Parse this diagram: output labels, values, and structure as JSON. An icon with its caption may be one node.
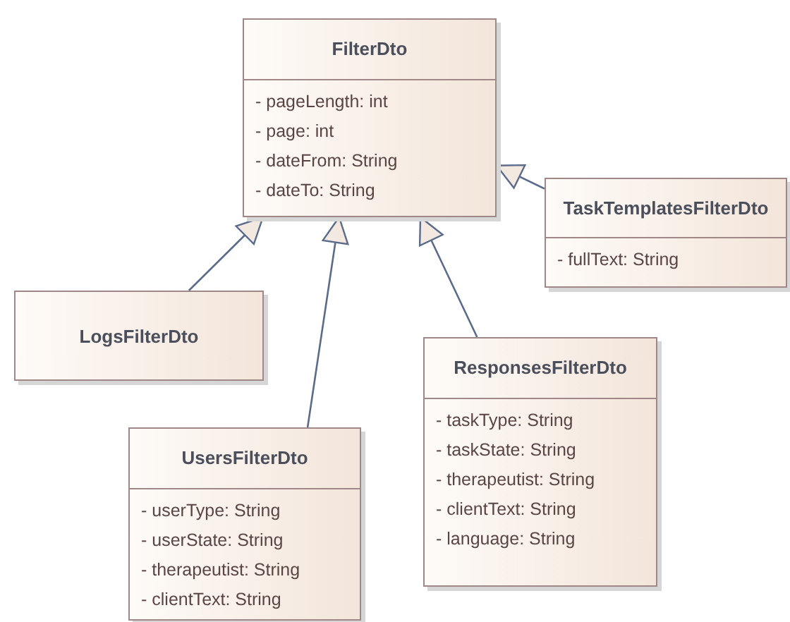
{
  "diagram": {
    "nodes": [
      {
        "text": [
          "FilterDto",
          "- pageLength: int",
          "- page: int",
          "- dateFrom: String",
          "- dateTo: String"
        ]
      },
      {
        "text": [
          "TaskTemplatesFilterDto",
          "- fullText: String"
        ]
      },
      {
        "text": [
          "LogsFilterDto"
        ]
      },
      {
        "text": [
          "ResponsesFilterDto",
          "- taskType: String",
          "- taskState: String",
          "- therapeutist: String",
          "- clientText: String",
          "- language: String"
        ]
      },
      {
        "text": [
          "UsersFilterDto",
          "- userType: String",
          "- userState: String",
          "- therapeutist: String",
          "- clientText: String"
        ]
      }
    ],
    "edges": [
      {
        "from": 1,
        "to": 0,
        "arrow": "to"
      },
      {
        "from": 2,
        "to": 0,
        "arrow": "to"
      },
      {
        "from": 3,
        "to": 0,
        "arrow": "to"
      },
      {
        "from": 4,
        "to": 0,
        "arrow": "to"
      }
    ]
  }
}
